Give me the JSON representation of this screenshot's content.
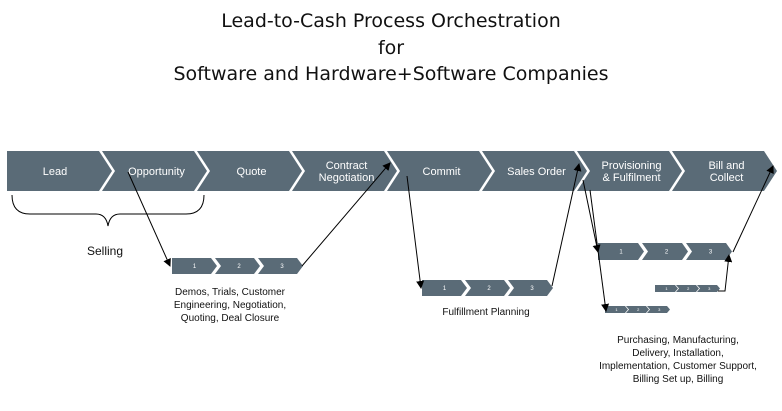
{
  "title": {
    "line1": "Lead-to-Cash Process Orchestration",
    "line2": "for",
    "line3": "Software and Hardware+Software Companies"
  },
  "stages": [
    {
      "id": "lead",
      "lines": [
        "Lead"
      ]
    },
    {
      "id": "opportunity",
      "lines": [
        "Opportunity"
      ]
    },
    {
      "id": "quote",
      "lines": [
        "Quote"
      ]
    },
    {
      "id": "contract-negotiation",
      "lines": [
        "Contract",
        "Negotiation"
      ]
    },
    {
      "id": "commit",
      "lines": [
        "Commit"
      ]
    },
    {
      "id": "sales-order",
      "lines": [
        "Sales Order"
      ]
    },
    {
      "id": "provisioning",
      "lines": [
        "Provisioning",
        "& Fulfilment"
      ]
    },
    {
      "id": "bill-and-collect",
      "lines": [
        "Bill and",
        "Collect"
      ]
    }
  ],
  "steps": [
    "1",
    "2",
    "3"
  ],
  "selling_label": "Selling",
  "captions": {
    "selling": [
      "Demos, Trials, Customer",
      "Engineering, Negotiation,",
      "Quoting, Deal Closure"
    ],
    "fulfillment": [
      "Fulfillment Planning"
    ],
    "provisioning": [
      "Purchasing, Manufacturing,",
      "Delivery, Installation,",
      "Implementation, Customer Support,",
      "Billing Set up, Billing"
    ]
  },
  "colors": {
    "chevron": "#5a6b77",
    "arrow": "#000000"
  }
}
